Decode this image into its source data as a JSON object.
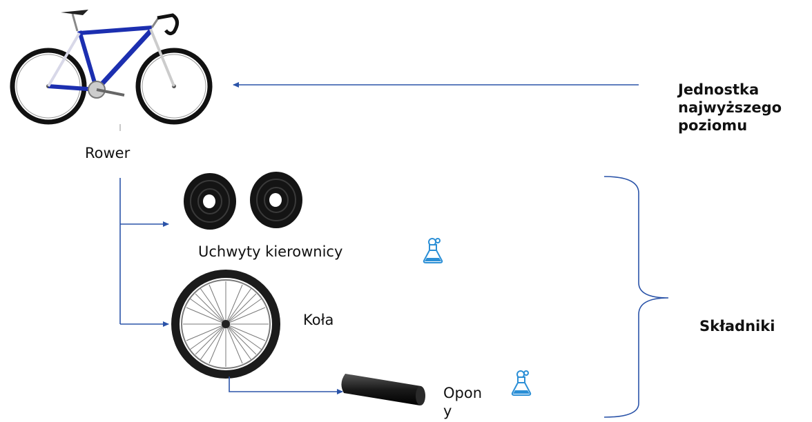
{
  "diagram": {
    "top_level_unit": "Jednostka najwyższego poziomu",
    "components_label": "Składniki",
    "items": {
      "bicycle": "Rower",
      "handlebar_grips": "Uchwyty kierownicy",
      "wheels": "Koła",
      "tires": "Opon y"
    },
    "flask_icons": [
      "flask-icon",
      "flask-icon"
    ],
    "colors": {
      "connector": "#2a53a8",
      "frame": "#1c2fb0",
      "icon": "#2b8fd6"
    }
  }
}
